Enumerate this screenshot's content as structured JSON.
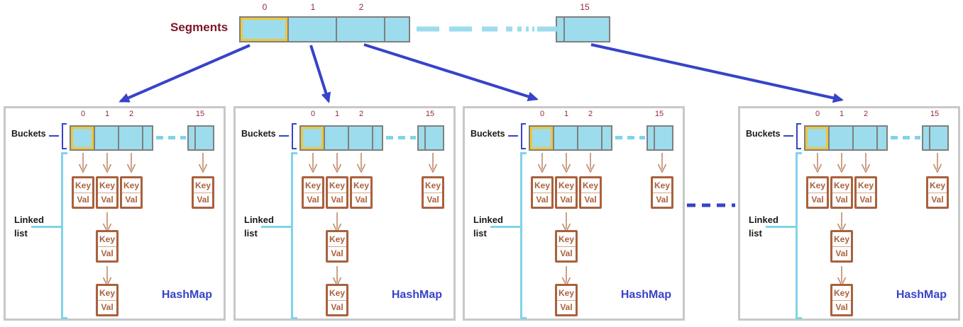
{
  "colors": {
    "cell_fill": "#9cdcec",
    "cell_border": "#7f7f7f",
    "highlight": "#eec63e",
    "arrow_blue": "#3743c8",
    "text_maroon": "#7b1728",
    "index_red": "#942936",
    "node_brown": "#a9613d",
    "node_arrow": "#c08b6b",
    "panel_border": "#c8c8c8",
    "bracket_light": "#7fd4e8",
    "label_black": "#1a1a1a"
  },
  "segments": {
    "label": "Segments",
    "indices": [
      "0",
      "1",
      "2",
      "15"
    ]
  },
  "panels": [
    {
      "buckets_label": "Buckets",
      "bucket_indices": [
        "0",
        "1",
        "2",
        "15"
      ],
      "linked_list_line1": "Linked",
      "linked_list_line2": "list",
      "hashmap_label": "HashMap",
      "node_key_label": "Key",
      "node_val_label": "Val"
    },
    {
      "buckets_label": "Buckets",
      "bucket_indices": [
        "0",
        "1",
        "2",
        "15"
      ],
      "linked_list_line1": "Linked",
      "linked_list_line2": "list",
      "hashmap_label": "HashMap",
      "node_key_label": "Key",
      "node_val_label": "Val"
    },
    {
      "buckets_label": "Buckets",
      "bucket_indices": [
        "0",
        "1",
        "2",
        "15"
      ],
      "linked_list_line1": "Linked",
      "linked_list_line2": "list",
      "hashmap_label": "HashMap",
      "node_key_label": "Key",
      "node_val_label": "Val"
    },
    {
      "buckets_label": "Buckets",
      "bucket_indices": [
        "0",
        "1",
        "2",
        "15"
      ],
      "linked_list_line1": "Linked",
      "linked_list_line2": "list",
      "hashmap_label": "HashMap",
      "node_key_label": "Key",
      "node_val_label": "Val"
    }
  ]
}
